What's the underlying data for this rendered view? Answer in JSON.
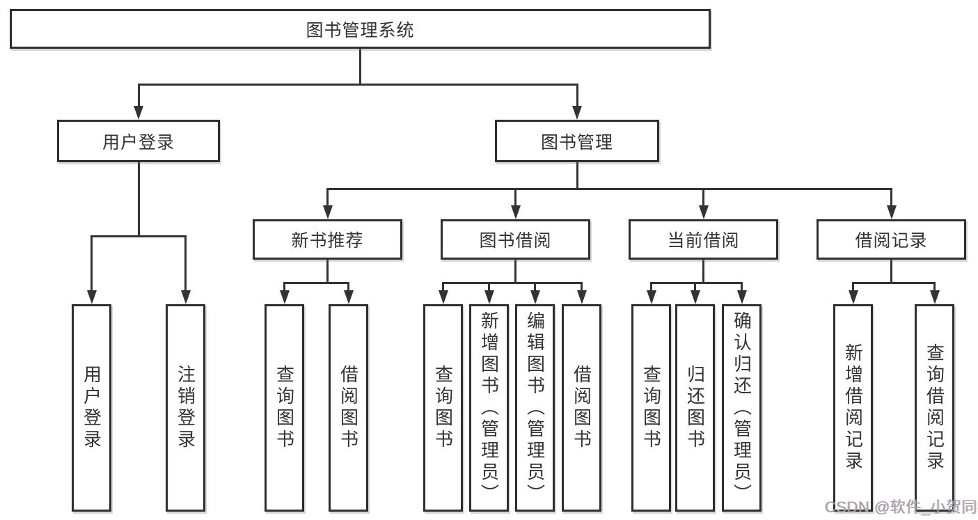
{
  "tree": {
    "root": {
      "label": "图书管理系统"
    },
    "level2": [
      {
        "label": "用户登录"
      },
      {
        "label": "图书管理"
      }
    ],
    "level3": [
      {
        "label": "新书推荐",
        "parent": "图书管理"
      },
      {
        "label": "图书借阅",
        "parent": "图书管理"
      },
      {
        "label": "当前借阅",
        "parent": "图书管理"
      },
      {
        "label": "借阅记录",
        "parent": "图书管理"
      }
    ],
    "leaves": [
      {
        "label": "用户登录",
        "parent": "用户登录"
      },
      {
        "label": "注销登录",
        "parent": "用户登录"
      },
      {
        "label": "查询图书",
        "parent": "新书推荐"
      },
      {
        "label": "借阅图书",
        "parent": "新书推荐"
      },
      {
        "label": "查询图书",
        "parent": "图书借阅"
      },
      {
        "label": "新增图书（管理员）",
        "parent": "图书借阅"
      },
      {
        "label": "编辑图书（管理员）",
        "parent": "图书借阅"
      },
      {
        "label": "借阅图书",
        "parent": "图书借阅"
      },
      {
        "label": "查询图书",
        "parent": "当前借阅"
      },
      {
        "label": "归还图书",
        "parent": "当前借阅"
      },
      {
        "label": "确认归还（管理员）",
        "parent": "当前借阅"
      },
      {
        "label": "新增借阅记录",
        "parent": "借阅记录"
      },
      {
        "label": "查询借阅记录",
        "parent": "借阅记录"
      }
    ]
  },
  "watermark": {
    "text": "CSDN @软件_小贺同学"
  },
  "colors": {
    "background": "#ffffff",
    "box_border": "#2e2e2e",
    "line": "#333333",
    "text": "#333333",
    "watermark": "#a2a2a2"
  }
}
